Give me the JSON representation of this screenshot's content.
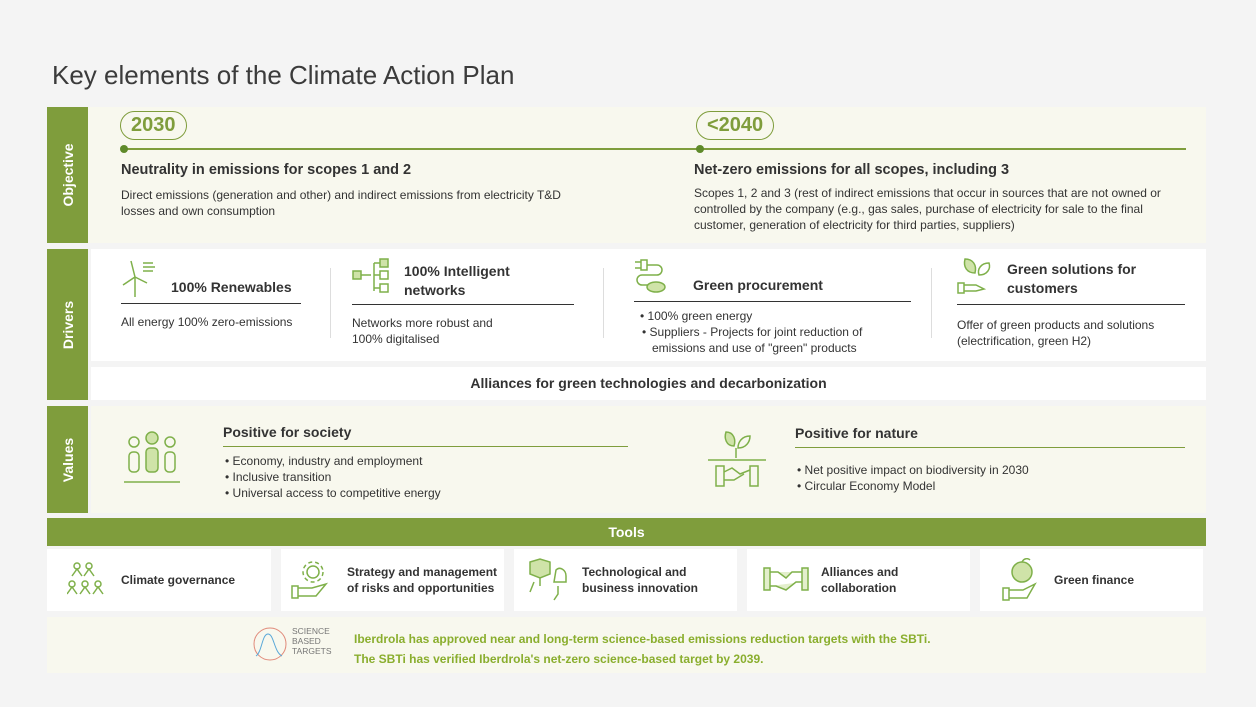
{
  "title": "Key elements of the Climate Action Plan",
  "sections": {
    "objective": "Objective",
    "drivers": "Drivers",
    "values": "Values",
    "tools": "Tools"
  },
  "objective": [
    {
      "year": "2030",
      "heading": "Neutrality in  emissions for scopes 1 and 2",
      "text": "Direct emissions (generation and other) and indirect emissions from electricity T&D losses and own consumption"
    },
    {
      "year": "<2040",
      "heading": "Net-zero emissions for all scopes, including 3",
      "text": "Scopes 1, 2 and 3 (rest of indirect emissions that occur in sources that are not owned or controlled by the company (e.g., gas sales, purchase of electricity for sale to the final customer, generation of electricity for third parties, suppliers)"
    }
  ],
  "drivers": [
    {
      "icon": "wind-turbine-icon",
      "title": "100% Renewables",
      "text": "All energy 100% zero-emissions"
    },
    {
      "icon": "network-icon",
      "title": "100% Intelligent networks",
      "text": "Networks more robust and 100% digitalised"
    },
    {
      "icon": "plug-leaf-icon",
      "title": "Green procurement",
      "bullets": [
        "100% green energy",
        "Suppliers - Projects for joint reduction of emissions and use of \"green\" products"
      ]
    },
    {
      "icon": "hand-leaf-icon",
      "title": "Green solutions for customers",
      "text": "Offer of green products and solutions (electrification, green H2)"
    }
  ],
  "alliances": "Alliances for green technologies and decarbonization",
  "values": [
    {
      "icon": "people-icon",
      "title": "Positive for society",
      "bullets": [
        "Economy, industry and employment",
        "Inclusive transition",
        "Universal access to competitive energy"
      ]
    },
    {
      "icon": "nature-handshake-icon",
      "title": "Positive for nature",
      "bullets": [
        "Net positive impact on biodiversity in 2030",
        "Circular Economy Model"
      ]
    }
  ],
  "tools": [
    {
      "icon": "group-icon",
      "label": "Climate governance"
    },
    {
      "icon": "gear-hand-icon",
      "label": "Strategy and management of risks and opportunities"
    },
    {
      "icon": "innovation-icon",
      "label": "Technological and business innovation"
    },
    {
      "icon": "handshake-icon",
      "label": "Alliances and collaboration"
    },
    {
      "icon": "money-plant-icon",
      "label": "Green finance"
    }
  ],
  "sbti": {
    "logo": "SCIENCE BASED TARGETS",
    "line1": "Iberdrola has approved near and long-term science-based emissions reduction targets with the SBTi.",
    "line2": "The SBTi has verified Iberdrola's net-zero science-based target by 2039."
  },
  "colors": {
    "accent": "#7f9d3c",
    "icon": "#7fb04a",
    "panel": "#f8f8ee",
    "sbti_text": "#8aae2e"
  }
}
